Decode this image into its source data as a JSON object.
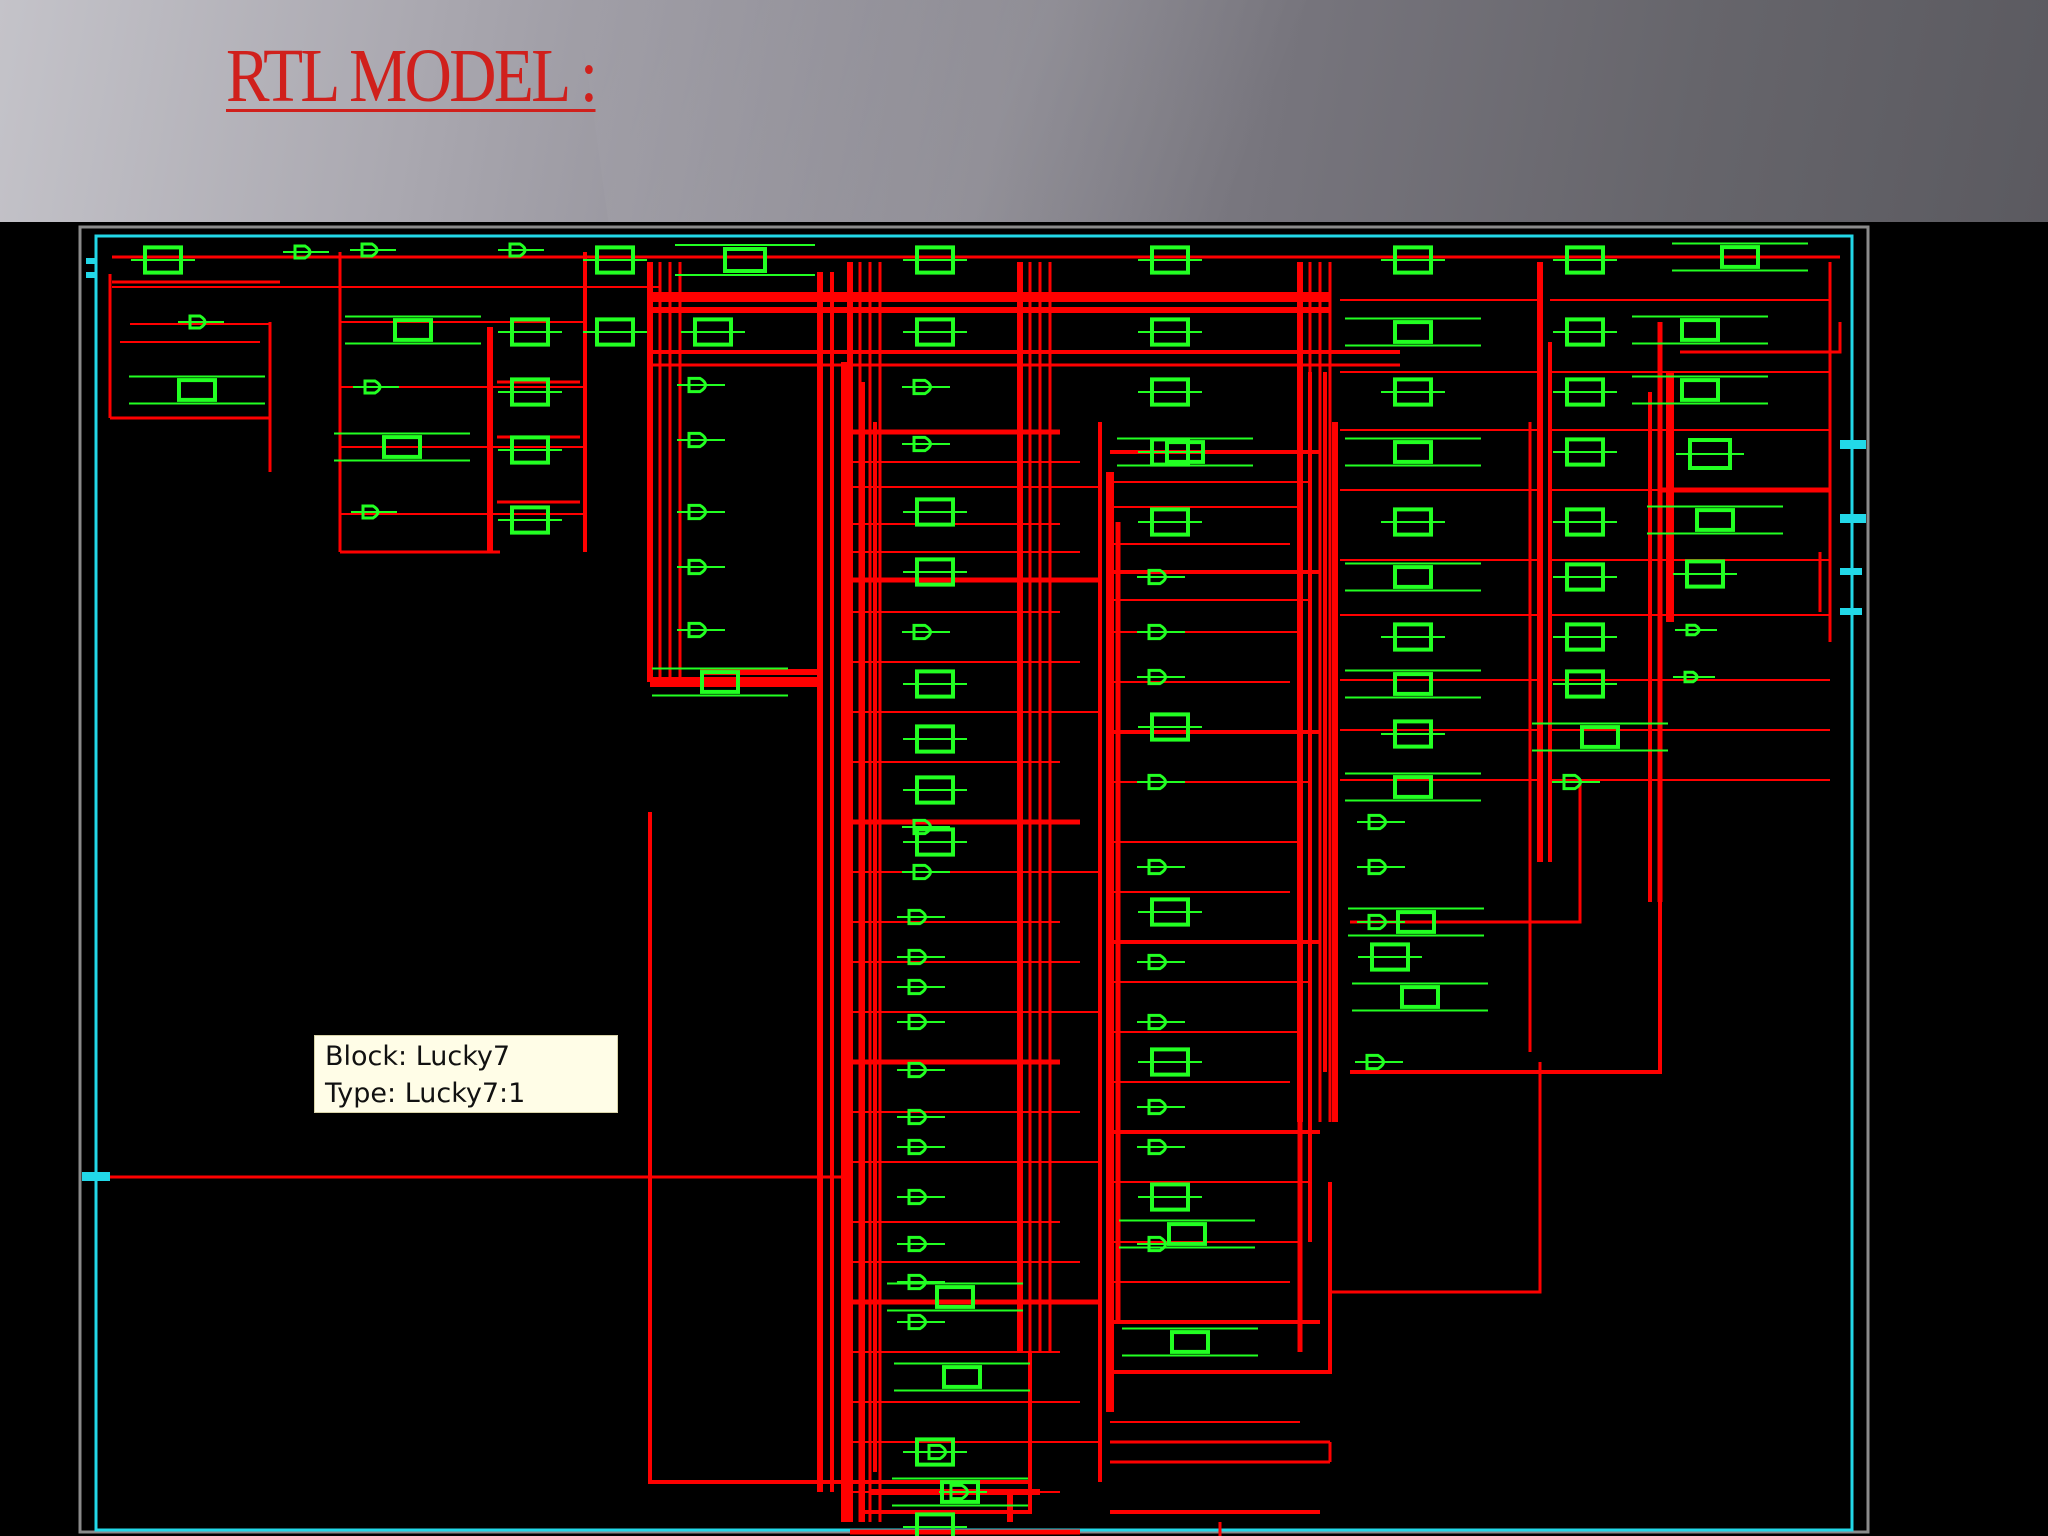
{
  "slide": {
    "title": "RTL MODEL :"
  },
  "tooltip": {
    "block_line": "Block: Lucky7",
    "type_line": "Type: Lucky7:1"
  },
  "colors": {
    "title": "#d0201c",
    "wire": "#ff0000",
    "cell": "#22ff22",
    "boundary": "#22d8e8",
    "port": "#22d8e8",
    "background": "#000000"
  }
}
